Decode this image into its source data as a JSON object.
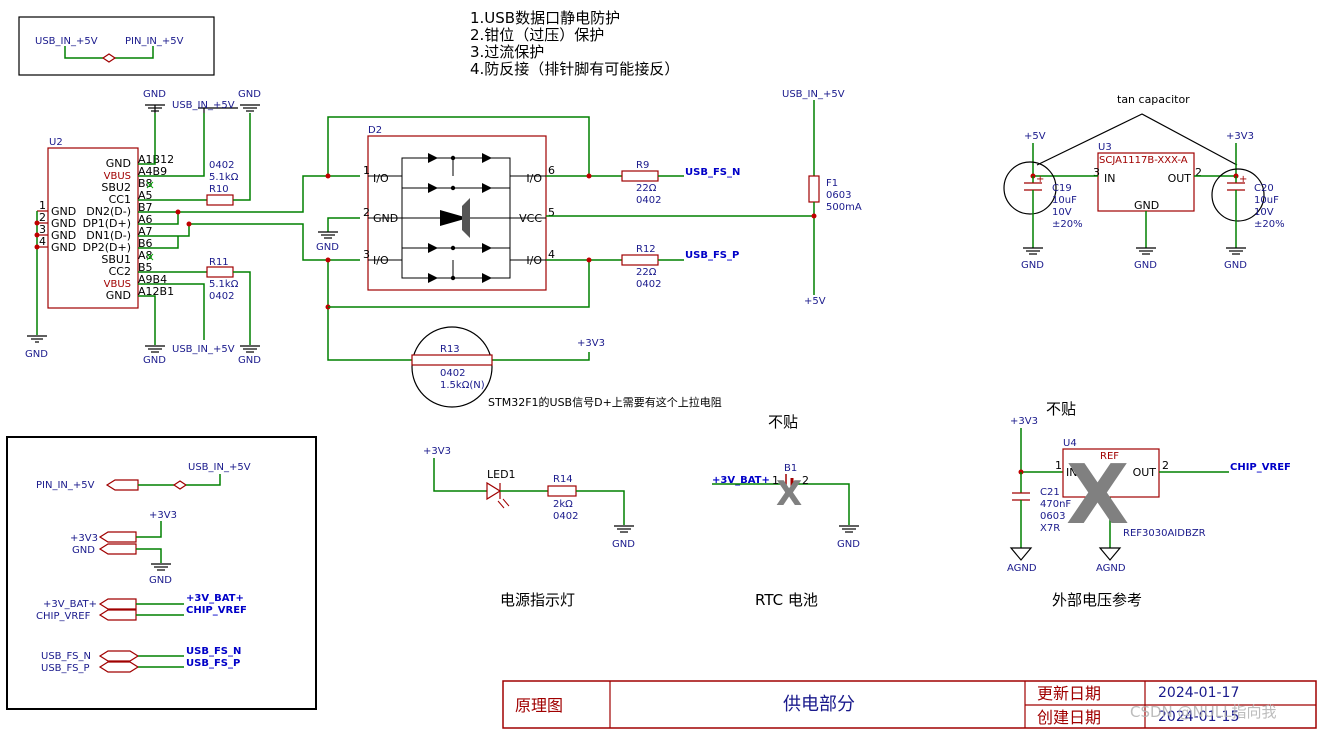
{
  "notes": [
    "1.USB数据口静电防护",
    "2.钳位（过压）保护",
    "3.过流保护",
    "4.防反接（排针脚有可能接反）"
  ],
  "nets": {
    "usb_in": "USB_IN_+5V",
    "pin_in": "PIN_IN_+5V",
    "gnd": "GND",
    "agnd": "AGND",
    "v33": "+3V3",
    "v5": "+5V",
    "bat": "+3V_BAT+",
    "vref": "CHIP_VREF",
    "fsn": "USB_FS_N",
    "fsp": "USB_FS_P"
  },
  "u2": {
    "ref": "U2",
    "left_pins": [
      "1",
      "2",
      "3",
      "4"
    ],
    "left_names": [
      "GND",
      "GND",
      "GND",
      "GND"
    ],
    "right_names": [
      "GND",
      "VBUS",
      "SBU2",
      "CC1",
      "DN2(D-)",
      "DP1(D+)",
      "DN1(D-)",
      "DP2(D+)",
      "SBU1",
      "CC2",
      "VBUS",
      "GND"
    ],
    "right_pins": [
      "A1B12",
      "A4B9",
      "B8",
      "A5",
      "B7",
      "A6",
      "A7",
      "B6",
      "A8",
      "B5",
      "A9B4",
      "A12B1"
    ]
  },
  "r10": {
    "ref": "R10",
    "size": "0402",
    "value": "5.1kΩ"
  },
  "r11": {
    "ref": "R11",
    "value": "5.1kΩ",
    "size": "0402"
  },
  "d2": {
    "ref": "D2",
    "pins_left": [
      "1",
      "2",
      "3"
    ],
    "names_left": [
      "I/O",
      "GND",
      "I/O"
    ],
    "pins_right": [
      "6",
      "5",
      "4"
    ],
    "names_right": [
      "I/O",
      "VCC",
      "I/O"
    ]
  },
  "r9": {
    "ref": "R9",
    "value": "22Ω",
    "size": "0402"
  },
  "r12": {
    "ref": "R12",
    "value": "22Ω",
    "size": "0402"
  },
  "f1": {
    "ref": "F1",
    "size": "0603",
    "rating": "500mA"
  },
  "r13": {
    "ref": "R13",
    "size": "0402",
    "value": "1.5kΩ(N)",
    "note": "STM32F1的USB信号D+上需要有这个上拉电阻"
  },
  "u3": {
    "ref": "U3",
    "part": "SCJA1117B-XXX-A",
    "in": "IN",
    "out": "OUT",
    "gnd": "GND",
    "pin_in": "3",
    "pin_out": "2",
    "cap_label": "tan capacitor"
  },
  "c19": {
    "ref": "C19",
    "value": "10uF",
    "voltage": "10V",
    "tol": "±20%"
  },
  "c20": {
    "ref": "C20",
    "value": "10uF",
    "voltage": "10V",
    "tol": "±20%"
  },
  "led": {
    "ref": "LED1",
    "r_ref": "R14",
    "r_value": "2kΩ",
    "r_size": "0402",
    "caption": "电源指示灯"
  },
  "rtc": {
    "ref": "B1",
    "pin1": "1",
    "pin2": "2",
    "note": "不贴",
    "caption": "RTC 电池"
  },
  "ref_ic": {
    "ref": "U4",
    "pin_ref": "REF",
    "in": "IN",
    "out": "OUT",
    "pin_in": "1",
    "pin_out": "2",
    "part": "REF3030AIDBZR",
    "note": "不贴",
    "caption": "外部电压参考"
  },
  "c21": {
    "ref": "C21",
    "value": "470nF",
    "size": "0603",
    "dielectric": "X7R"
  },
  "title_block": {
    "label": "原理图",
    "title": "供电部分",
    "updated_label": "更新日期",
    "updated": "2024-01-17",
    "created_label": "创建日期",
    "created": "2024-01-15"
  },
  "watermark": "CSDN @NULL指向我"
}
